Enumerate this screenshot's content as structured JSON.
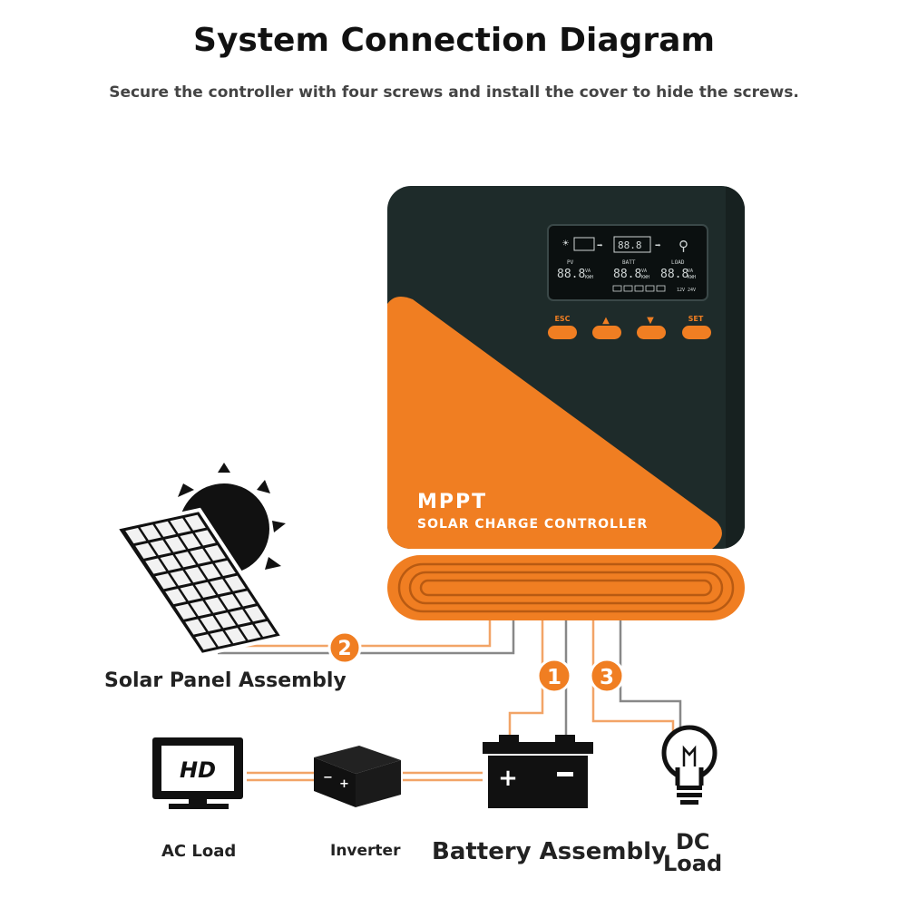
{
  "header": {
    "title": "System Connection Diagram",
    "subtitle": "Secure the controller with four screws and install the cover to hide the screws."
  },
  "controller": {
    "line1": "MPPT",
    "line2": "SOLAR CHARGE CONTROLLER",
    "buttons": [
      "ESC",
      "▲",
      "▼",
      "SET"
    ],
    "display": {
      "pv_label": "PV",
      "batt_label": "BATT",
      "load_label": "LOAD",
      "digits": "88.8",
      "unit_top": "VA",
      "unit_bottom": "KWH",
      "voltage": "12V 24V"
    }
  },
  "connections": {
    "solar": "2",
    "battery": "1",
    "load": "3"
  },
  "labels": {
    "solar": "Solar Panel Assembly",
    "ac_load": "AC Load",
    "inverter": "Inverter",
    "battery": "Battery Assembly",
    "dc_load_1": "DC",
    "dc_load_2": "Load",
    "monitor": "HD"
  },
  "colors": {
    "orange": "#F07E22",
    "dark": "#1E2B2A",
    "wire_orange": "#F2A467",
    "wire_gray": "#888888"
  }
}
